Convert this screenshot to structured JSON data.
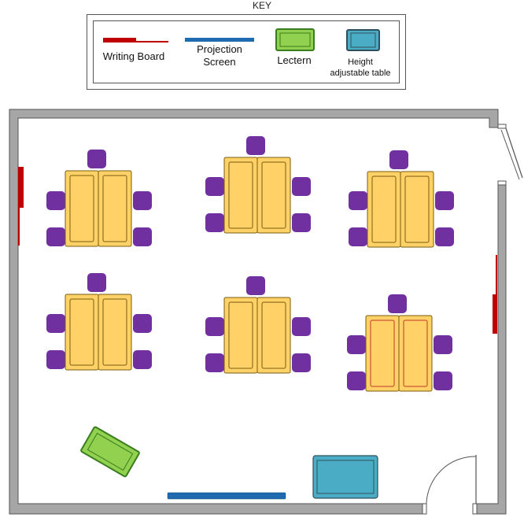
{
  "key": {
    "title": "KEY",
    "items": [
      {
        "name": "writing-board",
        "label": "Writing Board"
      },
      {
        "name": "projection-screen",
        "label_line1": "Projection",
        "label_line2": "Screen"
      },
      {
        "name": "lectern",
        "label": "Lectern"
      },
      {
        "name": "height-adjustable-table",
        "label_line1": "Height",
        "label_line2": "adjustable table"
      }
    ]
  },
  "colors": {
    "wall": "#a6a6a6",
    "wall_outline": "#555555",
    "desk_fill": "#ffd166",
    "desk_stroke": "#7a5c10",
    "desk_inner_alt": "#c0392b",
    "chair": "#7030a0",
    "writing_board": "#c00000",
    "projection_screen": "#1f6bb0",
    "lectern_fill": "#92d050",
    "lectern_stroke": "#3a7d1e",
    "adjustable_table_fill": "#4bacc6",
    "adjustable_table_stroke": "#2f6f80"
  }
}
